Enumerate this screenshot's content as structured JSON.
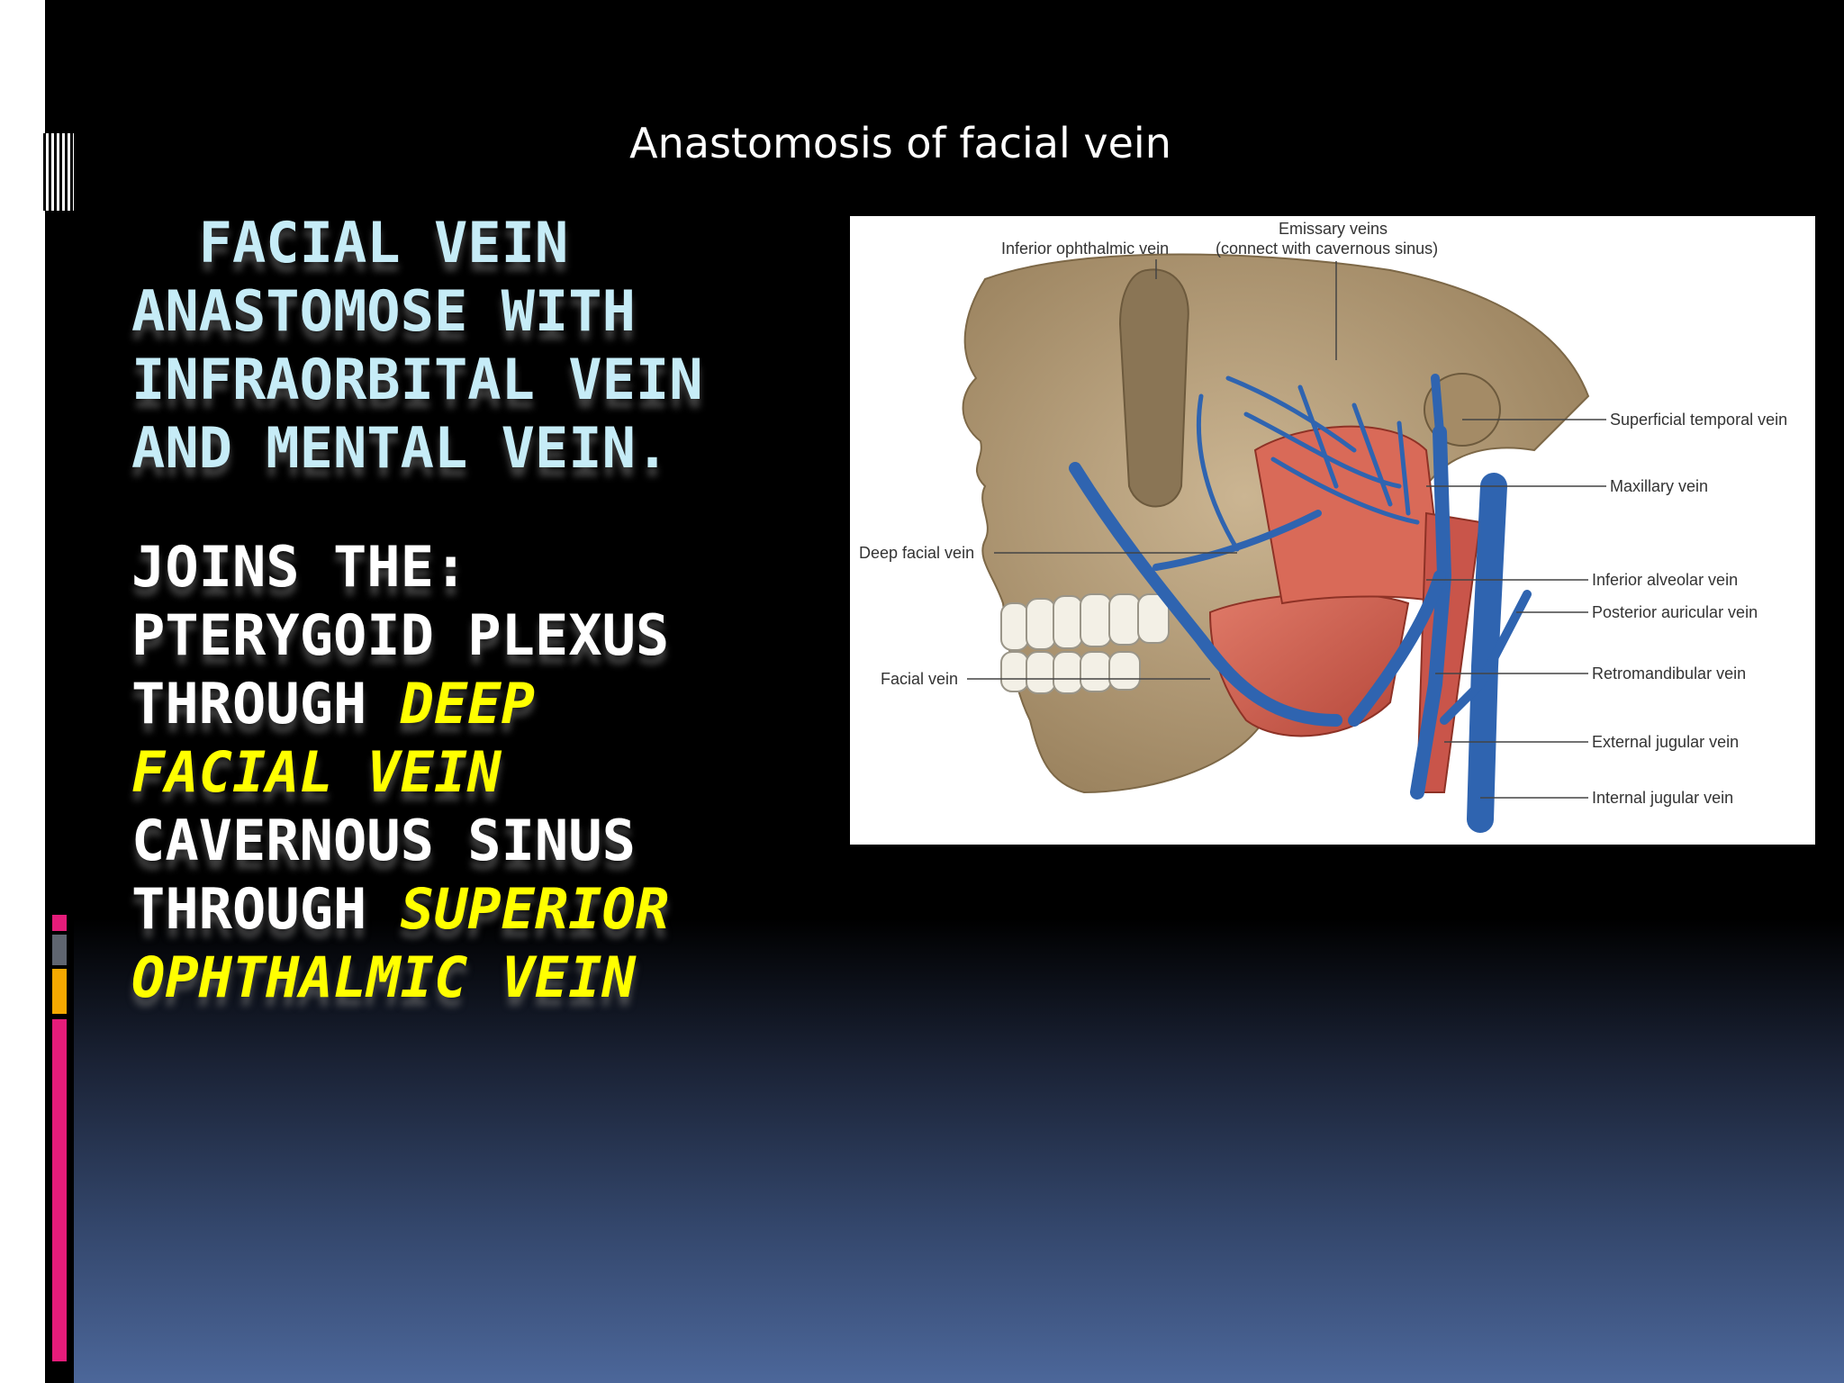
{
  "slide": {
    "title": "Anastomosis of facial vein",
    "block1": [
      "  FACIAL VEIN",
      "ANASTOMOSE WITH",
      "INFRAORBITAL VEIN",
      "AND MENTAL VEIN."
    ],
    "block2": {
      "l1": "JOINS THE:",
      "l2": "PTERYGOID PLEXUS",
      "l3a": "THROUGH ",
      "l3b": "DEEP",
      "l4": "FACIAL VEIN",
      "l5": "CAVERNOUS SINUS",
      "l6a": "THROUGH ",
      "l6b": "SUPERIOR",
      "l7": "OPHTHALMIC VEIN"
    }
  },
  "figure": {
    "labels": {
      "inferior_ophthalmic": "Inferior ophthalmic vein",
      "emissary_1": "Emissary veins",
      "emissary_2": "(connect with cavernous sinus)",
      "superficial_temporal": "Superficial temporal vein",
      "maxillary": "Maxillary vein",
      "deep_facial": "Deep facial vein",
      "inferior_alveolar": "Inferior alveolar vein",
      "posterior_auricular": "Posterior auricular vein",
      "facial": "Facial vein",
      "retromandibular": "Retromandibular vein",
      "external_jugular": "External jugular vein",
      "internal_jugular": "Internal jugular vein"
    }
  },
  "colors": {
    "bone": "#b9a27e",
    "vein": "#2f64b0",
    "muscle": "#cf5a4a",
    "title_cyan": "#c6ecf7",
    "highlight_yellow": "#ffff00",
    "accent_pink": "#e61c7a",
    "accent_gray": "#5f6570",
    "accent_orange": "#f5a800"
  }
}
